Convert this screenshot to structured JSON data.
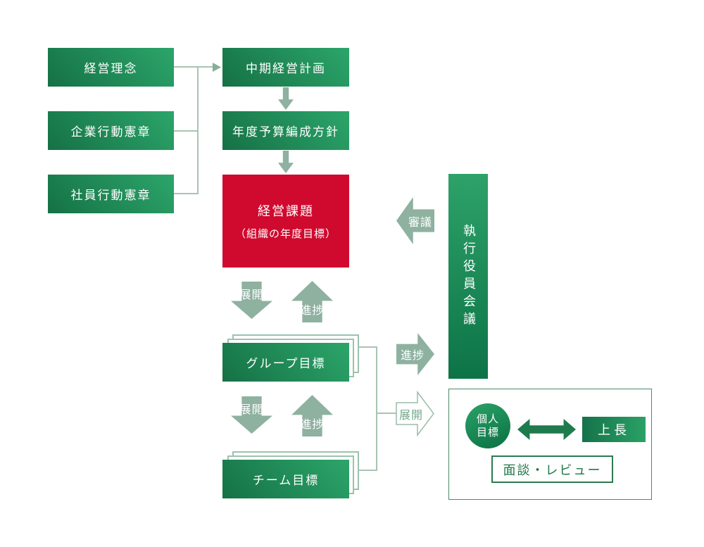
{
  "foundations": [
    {
      "label": "経営理念"
    },
    {
      "label": "企業行動憲章"
    },
    {
      "label": "社員行動憲章"
    }
  ],
  "planning": {
    "midterm_plan": "中期経営計画",
    "budget_policy": "年度予算編成方針",
    "issue": {
      "title": "経営課題",
      "subtitle": "（組織の年度目標）"
    }
  },
  "labels": {
    "deploy": "展開",
    "progress": "進捗",
    "deliberate": "審議"
  },
  "goals": {
    "group": "グループ目標",
    "team": "チーム目標"
  },
  "executive_meeting": "執行役員会議",
  "individual": {
    "circle_line1": "個人",
    "circle_line2": "目標",
    "supervisor": "上長",
    "review": "面談・レビュー"
  },
  "colors": {
    "green_dark": "#157145",
    "green_light": "#2ca56a",
    "red": "#cf0a2e",
    "sage_arrow": "#8eb1a0",
    "connector_line": "#a8c4b4",
    "dark_green_arrow": "#1e7b4c"
  }
}
